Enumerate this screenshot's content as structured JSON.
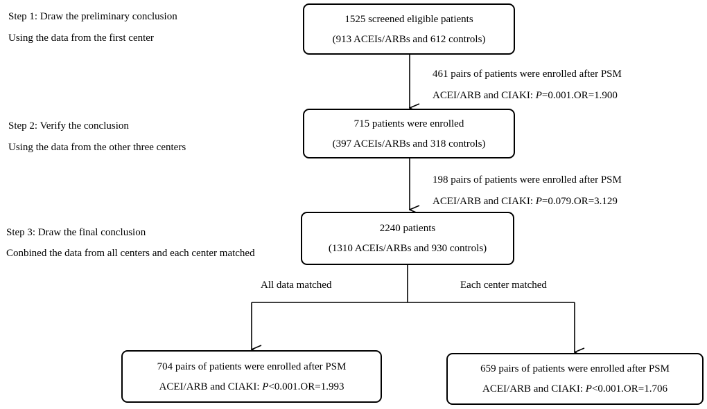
{
  "steps": [
    {
      "title": "Step 1: Draw the preliminary conclusion",
      "desc": "Using the data from the first center"
    },
    {
      "title": "Step 2: Verify the conclusion",
      "desc": "Using the data from the other three centers"
    },
    {
      "title": "Step 3: Draw the final conclusion",
      "desc": "Conbined the data from all centers and each center matched"
    }
  ],
  "boxes": {
    "b1": {
      "line1": "1525 screened eligible patients",
      "line2": "(913 ACEIs/ARBs and 612 controls)"
    },
    "b2": {
      "line1": "715 patients were enrolled",
      "line2": "(397 ACEIs/ARBs and 318 controls)"
    },
    "b3": {
      "line1": "2240 patients",
      "line2": "(1310 ACEIs/ARBs and 930 controls)"
    },
    "b4": {
      "line1": "704 pairs of patients were enrolled after PSM",
      "line2_pre": "ACEI/ARB and CIAKI: ",
      "line2_p": "P",
      "line2_post": "<0.001.OR=1.993"
    },
    "b5": {
      "line1": "659 pairs of patients were enrolled after PSM",
      "line2_pre": "ACEI/ARB and CIAKI: ",
      "line2_p": "P",
      "line2_post": "<0.001.OR=1.706"
    }
  },
  "annotations": {
    "a1": {
      "line1": "461 pairs of patients were enrolled after PSM",
      "line2_pre": "ACEI/ARB and CIAKI: ",
      "line2_p": "P",
      "line2_post": "=0.001.OR=1.900"
    },
    "a2": {
      "line1": "198 pairs of patients were enrolled after PSM",
      "line2_pre": "ACEI/ARB and CIAKI: ",
      "line2_p": "P",
      "line2_post": "=0.079.OR=3.129"
    }
  },
  "branches": {
    "left": "All data matched",
    "right": "Each center matched"
  }
}
